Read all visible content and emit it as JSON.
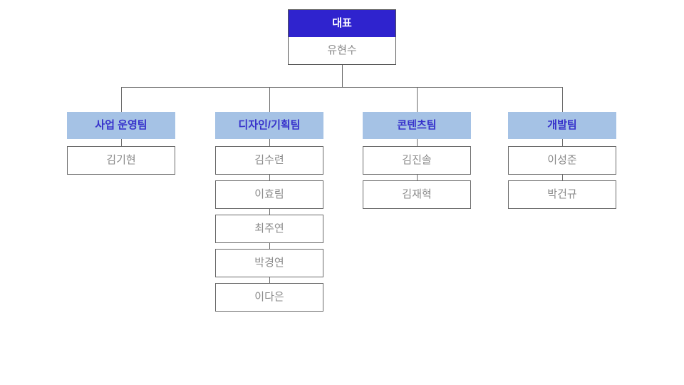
{
  "chart": {
    "type": "org-chart",
    "root": {
      "title": "대표",
      "name": "유현수"
    },
    "teams": [
      {
        "name": "사업 운영팀",
        "members": [
          "김기현"
        ]
      },
      {
        "name": "디자인/기획팀",
        "members": [
          "김수련",
          "이효림",
          "최주연",
          "박경연",
          "이다은"
        ]
      },
      {
        "name": "콘텐츠팀",
        "members": [
          "김진솔",
          "김재혁"
        ]
      },
      {
        "name": "개발팀",
        "members": [
          "이성준",
          "박건규"
        ]
      }
    ],
    "colors": {
      "root_header_bg": "#2f23ce",
      "root_header_text": "#ffffff",
      "team_header_bg": "#a5c2e5",
      "team_header_text": "#3732cb",
      "member_text": "#8a8a8a",
      "border": "#6a6a6a",
      "background": "#ffffff"
    }
  }
}
